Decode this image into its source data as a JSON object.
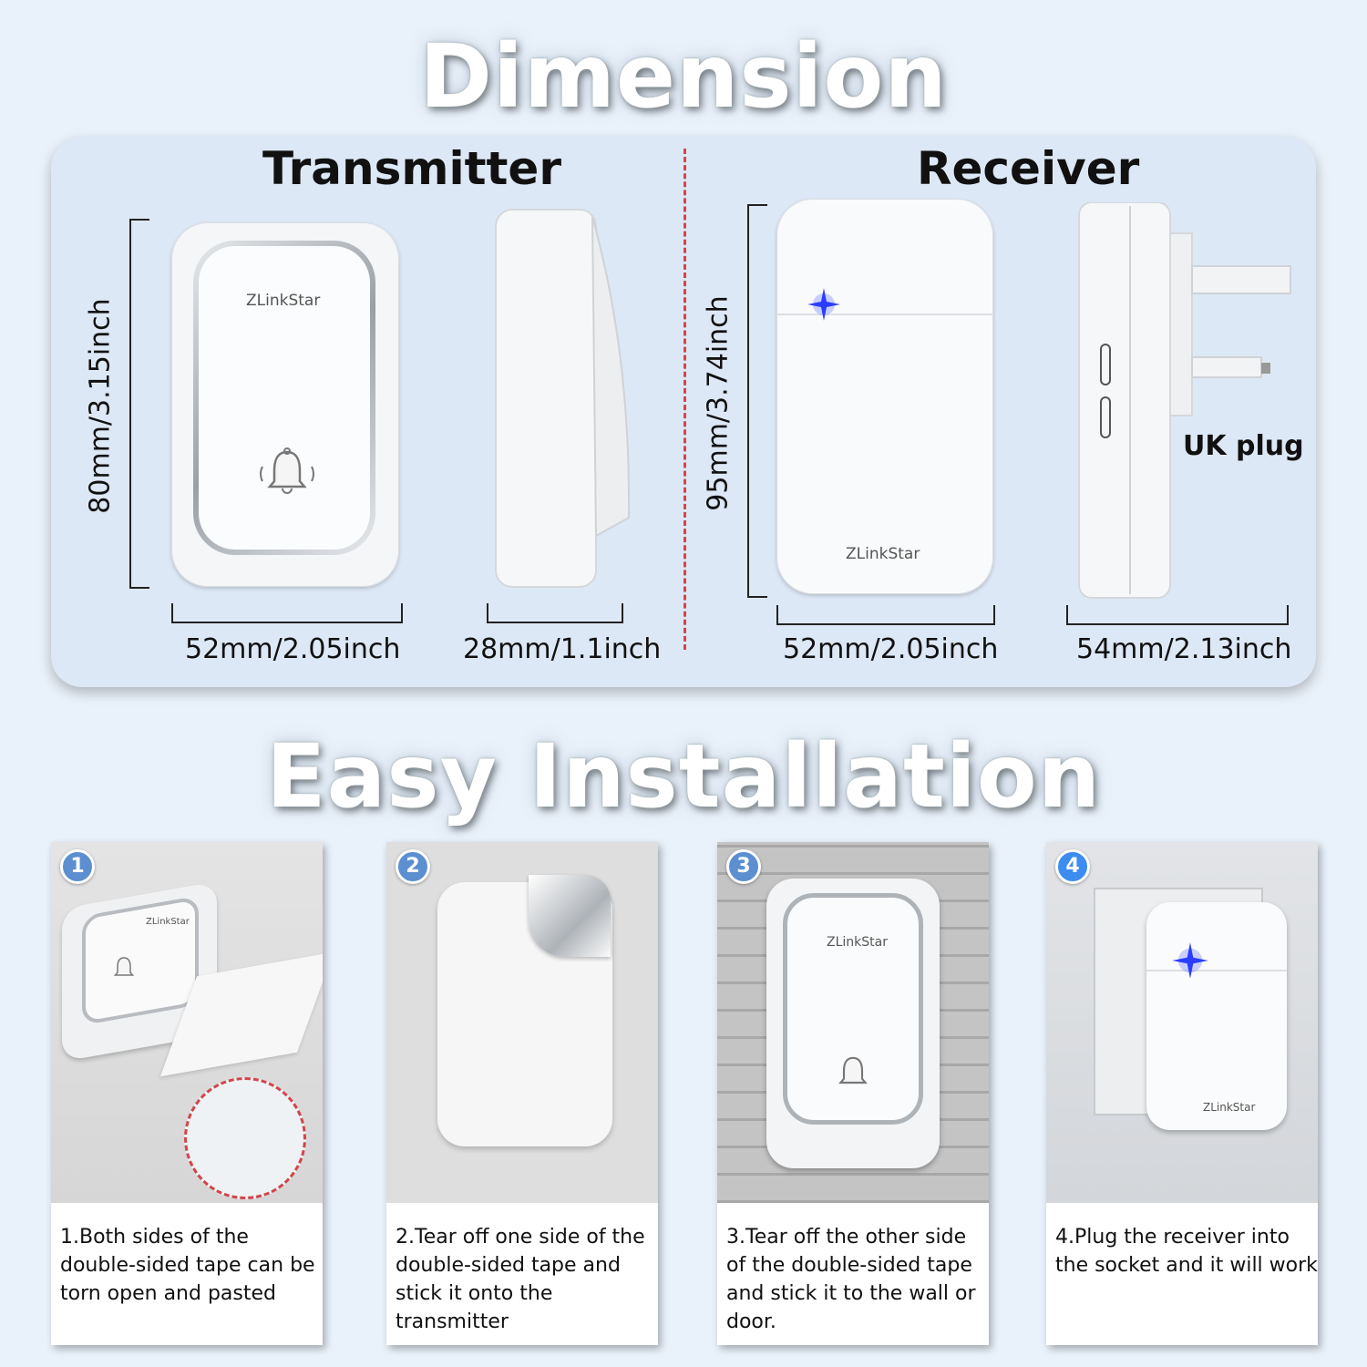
{
  "titles": {
    "dimension": "Dimension",
    "installation": "Easy Installation"
  },
  "transmitter": {
    "title": "Transmitter",
    "height_label": "80mm/3.15inch",
    "width_label": "52mm/2.05inch",
    "depth_label": "28mm/1.1inch",
    "brand": "ZLinkStar"
  },
  "receiver": {
    "title": "Receiver",
    "height_label": "95mm/3.74inch",
    "width_label": "52mm/2.05inch",
    "depth_label": "54mm/2.13inch",
    "plug_label": "UK plug",
    "brand": "ZLinkStar"
  },
  "steps": [
    {
      "number": "1",
      "text": "1.Both sides of the double-sided tape can be torn open and pasted",
      "brand": "ZLinkStar"
    },
    {
      "number": "2",
      "text": "2.Tear off one side of the double-sided tape and stick it onto the transmitter"
    },
    {
      "number": "3",
      "text": "3.Tear off the other side of the double-sided tape and stick it to the wall or door.",
      "brand": "ZLinkStar"
    },
    {
      "number": "4",
      "text": "4.Plug the receiver into the socket and it will work",
      "brand": "ZLinkStar"
    }
  ],
  "colors": {
    "background": "#e9f1fa",
    "panel": "#dde8f6",
    "divider": "#d3454a",
    "led": "#2a3cff",
    "badge": "#5b8fd0"
  }
}
